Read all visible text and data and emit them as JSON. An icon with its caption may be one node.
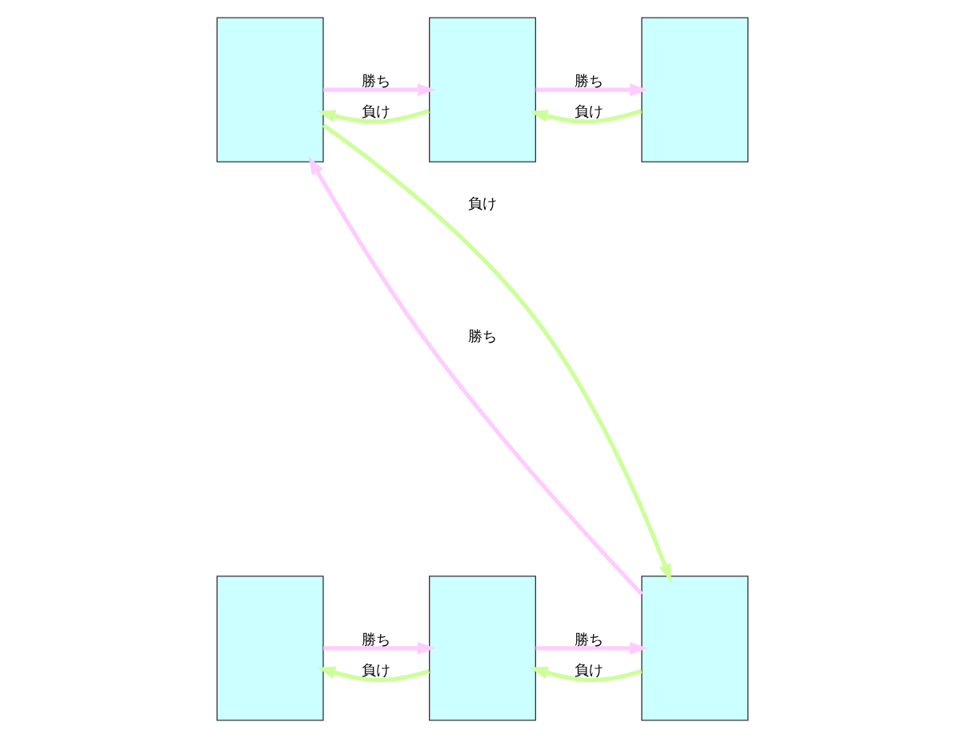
{
  "diagram": {
    "nodes": [
      {
        "text": [],
        "shape": "box"
      },
      {
        "text": [],
        "shape": "box"
      },
      {
        "text": [],
        "shape": "box"
      },
      {
        "text": [],
        "shape": "box"
      },
      {
        "text": [],
        "shape": "box"
      },
      {
        "text": [],
        "shape": "box"
      }
    ],
    "edges": [
      {
        "from": 0,
        "to": 1,
        "arrow": "to",
        "label": "勝ち",
        "color": "#ffccff"
      },
      {
        "from": 1,
        "to": 0,
        "arrow": "to",
        "label": "負け",
        "color": "#ccff99"
      },
      {
        "from": 1,
        "to": 2,
        "arrow": "to",
        "label": "勝ち",
        "color": "#ffccff"
      },
      {
        "from": 2,
        "to": 1,
        "arrow": "to",
        "label": "負け",
        "color": "#ccff99"
      },
      {
        "from": 5,
        "to": 0,
        "arrow": "to",
        "label": "勝ち",
        "color": "#ffccff"
      },
      {
        "from": 0,
        "to": 5,
        "arrow": "to",
        "label": "負け",
        "color": "#ccff99"
      },
      {
        "from": 3,
        "to": 4,
        "arrow": "to",
        "label": "勝ち",
        "color": "#ffccff"
      },
      {
        "from": 4,
        "to": 3,
        "arrow": "to",
        "label": "負け",
        "color": "#ccff99"
      },
      {
        "from": 4,
        "to": 5,
        "arrow": "to",
        "label": "勝ち",
        "color": "#ffccff"
      },
      {
        "from": 5,
        "to": 4,
        "arrow": "to",
        "label": "負け",
        "color": "#ccff99"
      }
    ]
  }
}
